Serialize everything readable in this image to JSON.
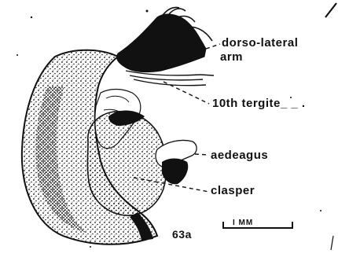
{
  "labels": {
    "dorso_lateral_line1": "dorso-lateral",
    "dorso_lateral_line2": "arm",
    "tergite": "10th tergite_ _ .",
    "aedeagus": "aedeagus",
    "clasper": "clasper",
    "figure_number": "63a",
    "scale_bar": "I MM"
  },
  "colors": {
    "ink": "#111111",
    "paper": "#ffffff"
  }
}
